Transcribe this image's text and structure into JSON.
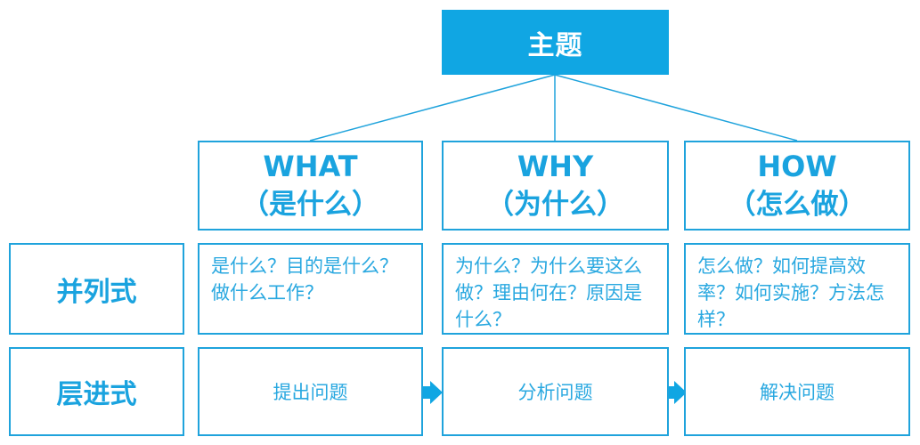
{
  "colors": {
    "primary": "#10a6e3",
    "border": "#1fa3dc",
    "text": "#1aa3df"
  },
  "topic": "主题",
  "headers": [
    {
      "en": "WHAT",
      "cn": "（是什么）"
    },
    {
      "en": "WHY",
      "cn": "（为什么）"
    },
    {
      "en": "HOW",
      "cn": "（怎么做）"
    }
  ],
  "rows": [
    {
      "label": "并列式",
      "cells": [
        "是什么？目的是什么？做什么工作？",
        "为什么？为什么要这么做？理由何在？原因是什么？",
        "怎么做？如何提高效率？如何实施？方法怎样？"
      ]
    },
    {
      "label": "层进式",
      "cells": [
        "提出问题",
        "分析问题",
        "解决问题"
      ]
    }
  ],
  "icons": {
    "arrow": "arrow-right-icon"
  }
}
